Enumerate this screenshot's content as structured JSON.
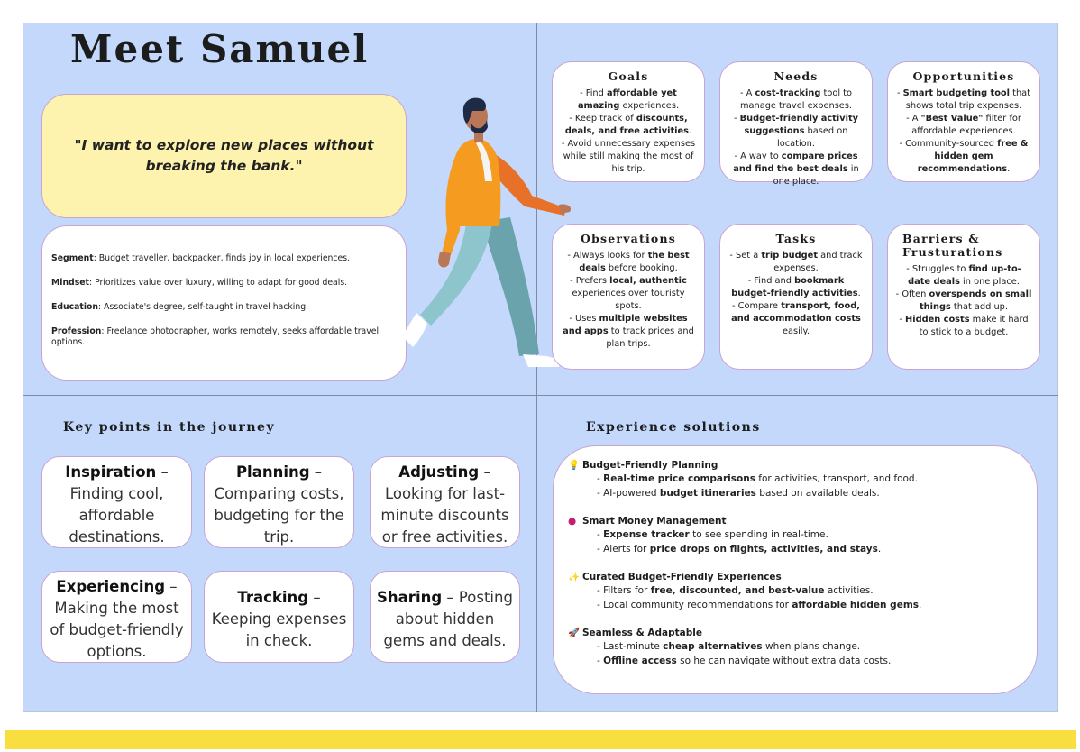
{
  "title": "Meet Samuel",
  "quote": "\"I want to explore new places without breaking the bank.\"",
  "profile": [
    {
      "key": "Segment",
      "value": ": Budget traveller, backpacker, finds joy in local experiences."
    },
    {
      "key": "Mindset",
      "value": ": Prioritizes value over luxury, willing to adapt for good deals."
    },
    {
      "key": "Education",
      "value": ": Associate's degree, self-taught in travel hacking."
    },
    {
      "key": "Profession",
      "value": ": Freelance photographer, works remotely, seeks affordable travel options."
    }
  ],
  "cards": {
    "goals": {
      "title": "Goals",
      "lines": [
        [
          {
            "t": "- Find "
          },
          {
            "b": "affordable yet amazing"
          },
          {
            "t": " experiences."
          }
        ],
        [
          {
            "t": "- Keep track of "
          },
          {
            "b": "discounts, deals, and free activities"
          },
          {
            "t": "."
          }
        ],
        [
          {
            "t": "- Avoid unnecessary expenses while still making the most of his trip."
          }
        ]
      ]
    },
    "needs": {
      "title": "Needs",
      "lines": [
        [
          {
            "t": "- A "
          },
          {
            "b": "cost-tracking"
          },
          {
            "t": " tool to manage travel expenses."
          }
        ],
        [
          {
            "t": "- "
          },
          {
            "b": "Budget-friendly activity suggestions"
          },
          {
            "t": " based on location."
          }
        ],
        [
          {
            "t": "- A way to "
          },
          {
            "b": "compare prices and find the best deals"
          },
          {
            "t": " in one place."
          }
        ]
      ]
    },
    "opportunities": {
      "title": "Opportunities",
      "lines": [
        [
          {
            "t": "- "
          },
          {
            "b": "Smart budgeting tool"
          },
          {
            "t": " that shows total trip expenses."
          }
        ],
        [
          {
            "t": "- A "
          },
          {
            "b": "\"Best Value\""
          },
          {
            "t": " filter for affordable experiences."
          }
        ],
        [
          {
            "t": "- Community-sourced "
          },
          {
            "b": "free & hidden gem recommendations"
          },
          {
            "t": "."
          }
        ]
      ]
    },
    "observations": {
      "title": "Observations",
      "lines": [
        [
          {
            "t": "- Always looks for "
          },
          {
            "b": "the best deals"
          },
          {
            "t": " before booking."
          }
        ],
        [
          {
            "t": "- Prefers "
          },
          {
            "b": "local, authentic"
          },
          {
            "t": " experiences over touristy spots."
          }
        ],
        [
          {
            "t": "- Uses "
          },
          {
            "b": "multiple websites and apps"
          },
          {
            "t": " to track prices and plan trips."
          }
        ]
      ]
    },
    "tasks": {
      "title": "Tasks",
      "lines": [
        [
          {
            "t": "- Set a "
          },
          {
            "b": "trip budget"
          },
          {
            "t": " and track expenses."
          }
        ],
        [
          {
            "t": "- Find and "
          },
          {
            "b": "bookmark budget-friendly activities"
          },
          {
            "t": "."
          }
        ],
        [
          {
            "t": "- Compare "
          },
          {
            "b": "transport, food, and accommodation costs"
          },
          {
            "t": " easily."
          }
        ]
      ]
    },
    "barriers": {
      "title": "Barriers & Frusturations",
      "lines": [
        [
          {
            "t": "- Struggles to "
          },
          {
            "b": "find up-to-date deals"
          },
          {
            "t": " in one place."
          }
        ],
        [
          {
            "t": "- Often "
          },
          {
            "b": "overspends on small things"
          },
          {
            "t": " that add up."
          }
        ],
        [
          {
            "t": "- "
          },
          {
            "b": "Hidden costs"
          },
          {
            "t": " make it hard to stick to a budget."
          }
        ]
      ]
    }
  },
  "journey": {
    "title": "Key points in the journey",
    "items": [
      {
        "title": "Inspiration",
        "text": " – Finding cool, affordable destinations."
      },
      {
        "title": "Planning",
        "text": " – Comparing costs, budgeting for the trip."
      },
      {
        "title": "Adjusting",
        "text": " – Looking for last-minute discounts or free activities."
      },
      {
        "title": "Experiencing",
        "text": " – Making the most of budget-friendly options."
      },
      {
        "title": "Tracking",
        "text": " – Keeping expenses in check."
      },
      {
        "title": "Sharing",
        "text": " – Posting about hidden gems and deals."
      }
    ]
  },
  "solutions": {
    "title": "Experience solutions",
    "groups": [
      {
        "icon": "lightbulb-icon",
        "glyph": "💡",
        "head": "Budget-Friendly Planning",
        "items": [
          [
            {
              "t": "- "
            },
            {
              "b": "Real-time price comparisons"
            },
            {
              "t": " for activities, transport, and food."
            }
          ],
          [
            {
              "t": "- AI-powered "
            },
            {
              "b": "budget itineraries"
            },
            {
              "t": " based on available deals."
            }
          ]
        ]
      },
      {
        "icon": "money-icon",
        "glyph": "●",
        "head": "Smart Money Management",
        "items": [
          [
            {
              "t": "- "
            },
            {
              "b": "Expense tracker"
            },
            {
              "t": " to see spending in real-time."
            }
          ],
          [
            {
              "t": "- Alerts for "
            },
            {
              "b": "price drops on flights, activities, and stays"
            },
            {
              "t": "."
            }
          ]
        ]
      },
      {
        "icon": "sparkles-icon",
        "glyph": "✨",
        "head": "Curated Budget-Friendly Experiences",
        "items": [
          [
            {
              "t": "- Filters for "
            },
            {
              "b": "free, discounted, and best-value"
            },
            {
              "t": " activities."
            }
          ],
          [
            {
              "t": "- Local community recommendations for "
            },
            {
              "b": "affordable hidden gems"
            },
            {
              "t": "."
            }
          ]
        ]
      },
      {
        "icon": "rocket-icon",
        "glyph": "🚀",
        "head": "Seamless & Adaptable",
        "items": [
          [
            {
              "t": "- Last-minute "
            },
            {
              "b": "cheap alternatives"
            },
            {
              "t": " when plans change."
            }
          ],
          [
            {
              "t": "- "
            },
            {
              "b": "Offline access"
            },
            {
              "t": " so he can navigate without extra data costs."
            }
          ]
        ]
      }
    ]
  },
  "colors": {
    "board": "#c3d8fb",
    "quote": "#fdf3ae",
    "accent": "#f8de3e",
    "card_border": "#c9a3d3"
  }
}
